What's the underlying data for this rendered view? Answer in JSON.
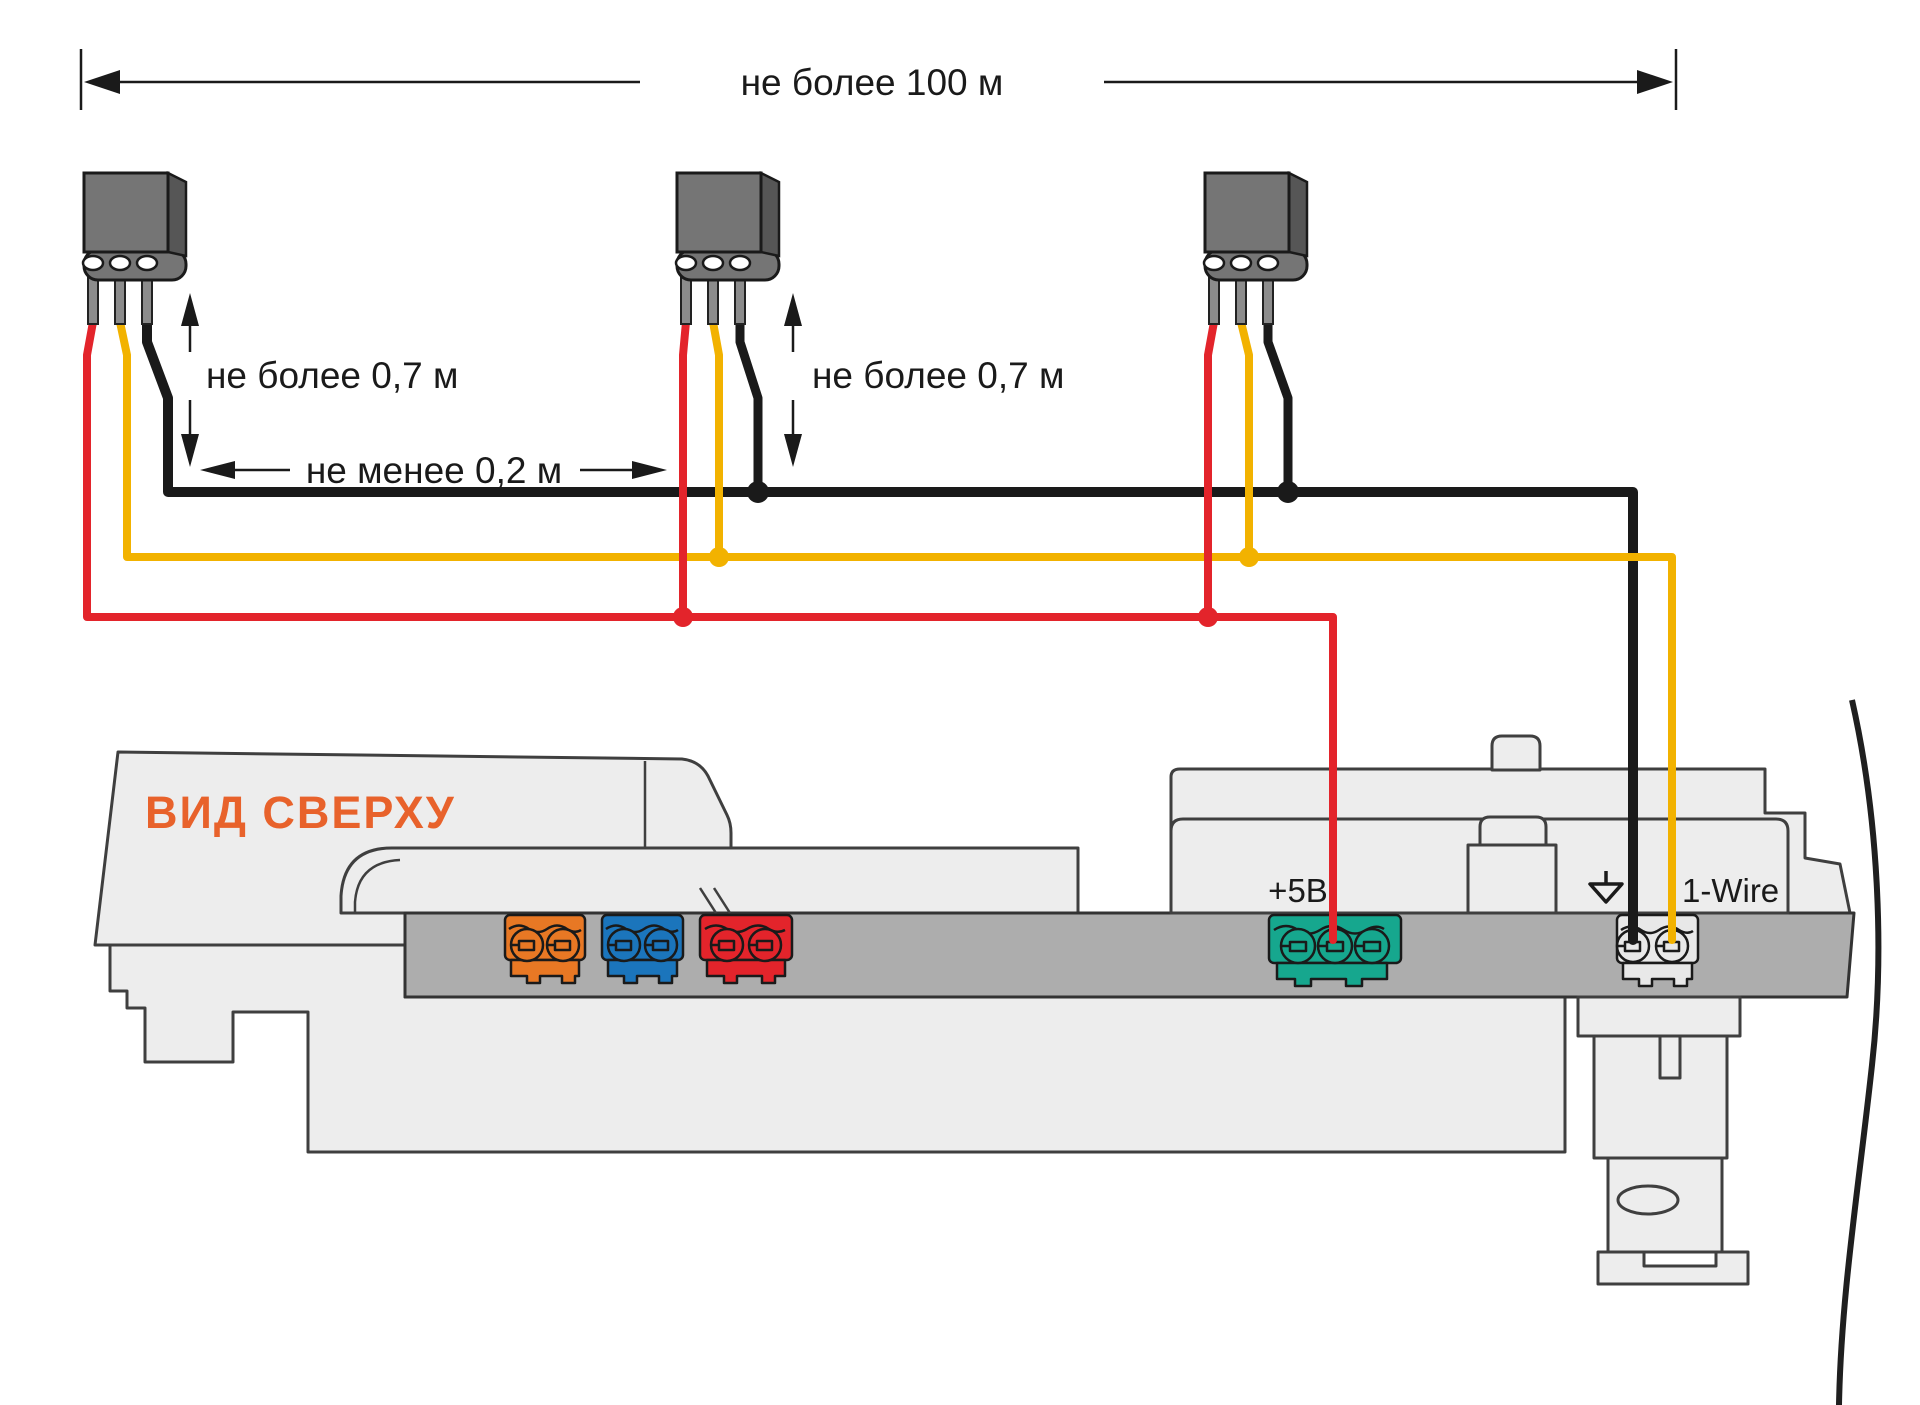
{
  "annotations": {
    "max_total": "не более 100 м",
    "max_drop": "не более 0,7 м",
    "min_spacing": "не менее 0,2 м"
  },
  "device": {
    "view_label": "ВИД СВЕРХУ",
    "terminal_labels": {
      "power": "+5В",
      "ground": "ground-icon",
      "data": "1-Wire"
    },
    "terminal_blocks": [
      {
        "name": "terminal-orange",
        "color": "#E87824",
        "screws": 2
      },
      {
        "name": "terminal-blue",
        "color": "#1B75BC",
        "screws": 2
      },
      {
        "name": "terminal-red",
        "color": "#E3242B",
        "screws": 2
      },
      {
        "name": "terminal-plus5v",
        "color": "#16A78E",
        "screws": 3
      },
      {
        "name": "terminal-1wire",
        "color": "#E8E8E8",
        "screws": 2
      }
    ]
  },
  "sensors": {
    "count": 3,
    "package": "TO-92",
    "wire_colors": {
      "power": "#E3242B",
      "data": "#F2B200",
      "ground": "#1A1A1A"
    }
  }
}
